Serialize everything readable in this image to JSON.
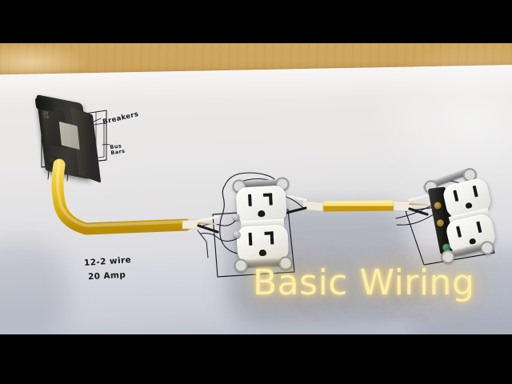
{
  "video": {
    "title_overlay": "Basic Wiring",
    "title_color": "#ffeeaa",
    "letterbox_color": "#000000"
  },
  "scene": {
    "surface": "wooden workbench",
    "wood_color": "#c79a53",
    "paper_color": "#e9e7e5",
    "description": "Electrical wiring demonstration laid out on a sheet of white paper"
  },
  "annotations": {
    "breakers": "Breakers",
    "bus_bars": "Bus\nBars",
    "wire_gauge": "12-2 wire",
    "amperage": "20 Amp"
  },
  "components": [
    {
      "name": "circuit-breaker",
      "label": "Breakers",
      "color": "#2b2b28"
    },
    {
      "name": "cable-run-1",
      "label": "12-2 wire",
      "color": "#e8c32a"
    },
    {
      "name": "receptacle-middle",
      "label": "20 Amp duplex receptacle",
      "color": "#f5f4f0"
    },
    {
      "name": "cable-run-2",
      "label": "12-2 wire",
      "color": "#e8c32a"
    },
    {
      "name": "receptacle-right",
      "label": "20 Amp duplex receptacle",
      "color": "#f5f4f0"
    }
  ],
  "conductors": {
    "hot": "black",
    "neutral": "white",
    "ground": "bare copper"
  }
}
